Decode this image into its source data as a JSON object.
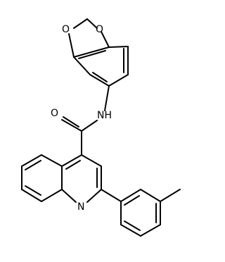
{
  "atoms": {
    "o_top": "O",
    "o_left": "O",
    "nh": "NH",
    "o_carbonyl": "O",
    "n_ring": "N"
  }
}
